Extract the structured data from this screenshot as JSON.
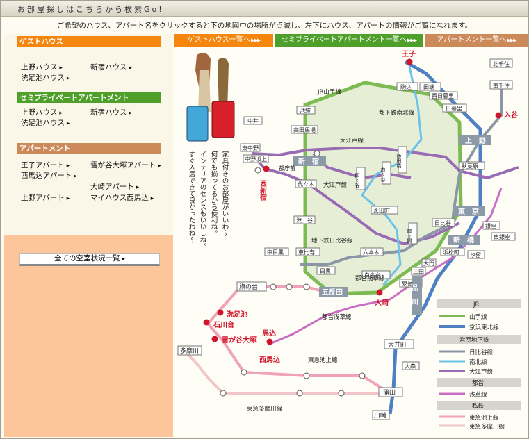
{
  "header": {
    "title": "お部屋探しはこちらから検索Go!"
  },
  "instruction": "ご希望のハウス、アパート名をクリックすると下の地図中の場所が点滅し、左下にハウス、アパートの情報がご覧になれます。",
  "colors": {
    "orange": "#f5860f",
    "green": "#4ea02b",
    "brown": "#cc8a5a",
    "peach": "#fdc59a"
  },
  "sidebar": {
    "guesthouse": {
      "title": "ゲストハウス",
      "items": [
        "上野ハウス",
        "新宿ハウス",
        "洗足池ハウス"
      ]
    },
    "semiprivate": {
      "title": "セミプライベートアパートメント",
      "items": [
        "上野ハウス",
        "新宿ハウス",
        "洗足池ハウス"
      ]
    },
    "apartment": {
      "title": "アパートメント",
      "items": [
        "王子アパート",
        "雪が谷大塚アパート",
        "西馬込アパート",
        "大崎アパート",
        "上野アパート",
        "マイハウス西馬込"
      ]
    },
    "all_rooms": "全ての空室状況一覧"
  },
  "tabs": {
    "guesthouse": "ゲストハウス一覧へ",
    "semiprivate": "セミプライベートアパートメント一覧へ",
    "apartment": "アパートメント一覧へ"
  },
  "poem": [
    "家具付きのお部屋がいいわ〜",
    "何でも揃ってるから便利ね。",
    "インテリアのセンスもいいしね。",
    "すぐ入居できて良かったわね〜"
  ],
  "map": {
    "stations": {
      "oji": "王子",
      "komagome": "駒込",
      "tabata": "田端",
      "nishinippori": "西日暮里",
      "nippori": "日暮里",
      "kitasenju": "北千住",
      "minamisenju": "南千住",
      "iriya": "入谷",
      "nakai": "中井",
      "higashinakano": "東中野",
      "nakanosakaue": "中野坂上",
      "tochomae": "都庁前",
      "nishishinjuku": "西新宿",
      "ikebukuro": "池袋",
      "takadanobaba": "高田馬場",
      "shinjuku": "新　宿",
      "yoyogi": "代々木",
      "iidabashi": "飯田橋",
      "ichigaya": "市ヶ谷",
      "yotsuya": "四ッ谷",
      "ueno": "上　野",
      "akihabara": "秋葉原",
      "tokyo": "東　京",
      "nagatacho": "永田町",
      "kasumigaseki": "霞ヶ関",
      "hibiya": "日比谷",
      "ginza": "銀座",
      "higashiginza": "東銀座",
      "shinbashi": "新　橋",
      "shiodome": "汐留",
      "hamamatsucho": "浜松町",
      "daimon": "大門",
      "mita": "三田",
      "shibuya": "渋　谷",
      "ebisu": "恵比寿",
      "nakameguro": "中目黒",
      "roppongi": "六本木",
      "meguro": "目黒",
      "shirokanedai": "白金台",
      "sengakuji": "泉岳寺",
      "shinagawa": "品　川",
      "gotanda": "五反田",
      "osaki": "大崎",
      "hatanodai": "旗の台",
      "senzokuike": "洗足池",
      "ishikawadai": "石川台",
      "yukigaya": "雪が谷大塚",
      "magome": "馬込",
      "nishimagome": "西馬込",
      "tamagawa": "多摩川",
      "oimachi": "大井町",
      "omori": "大森",
      "kamata": "蒲田",
      "kawasaki": "川崎"
    },
    "lines": {
      "yamanote": "JR山手線",
      "oedo1": "大江戸線",
      "oedo2": "大江戸線",
      "namboku": "都下鉄南北線",
      "hibiya": "地下鉄日比谷線",
      "asakusa1": "都営浅草線",
      "asakusa2": "都営浅草線",
      "ikegami": "東急池上線",
      "tamagawa": "東急多摩川線"
    },
    "legend": {
      "jr": "JR",
      "yamanote": "山手線",
      "keihin": "京浜東北線",
      "eidan": "営団地下鉄",
      "hibiya": "日比谷線",
      "namboku": "南北線",
      "oedo": "大江戸線",
      "toei": "都営",
      "asakusa": "浅草線",
      "private": "私鉄",
      "ikegami": "東急池上線",
      "tamagawa": "東急多摩川線"
    }
  }
}
